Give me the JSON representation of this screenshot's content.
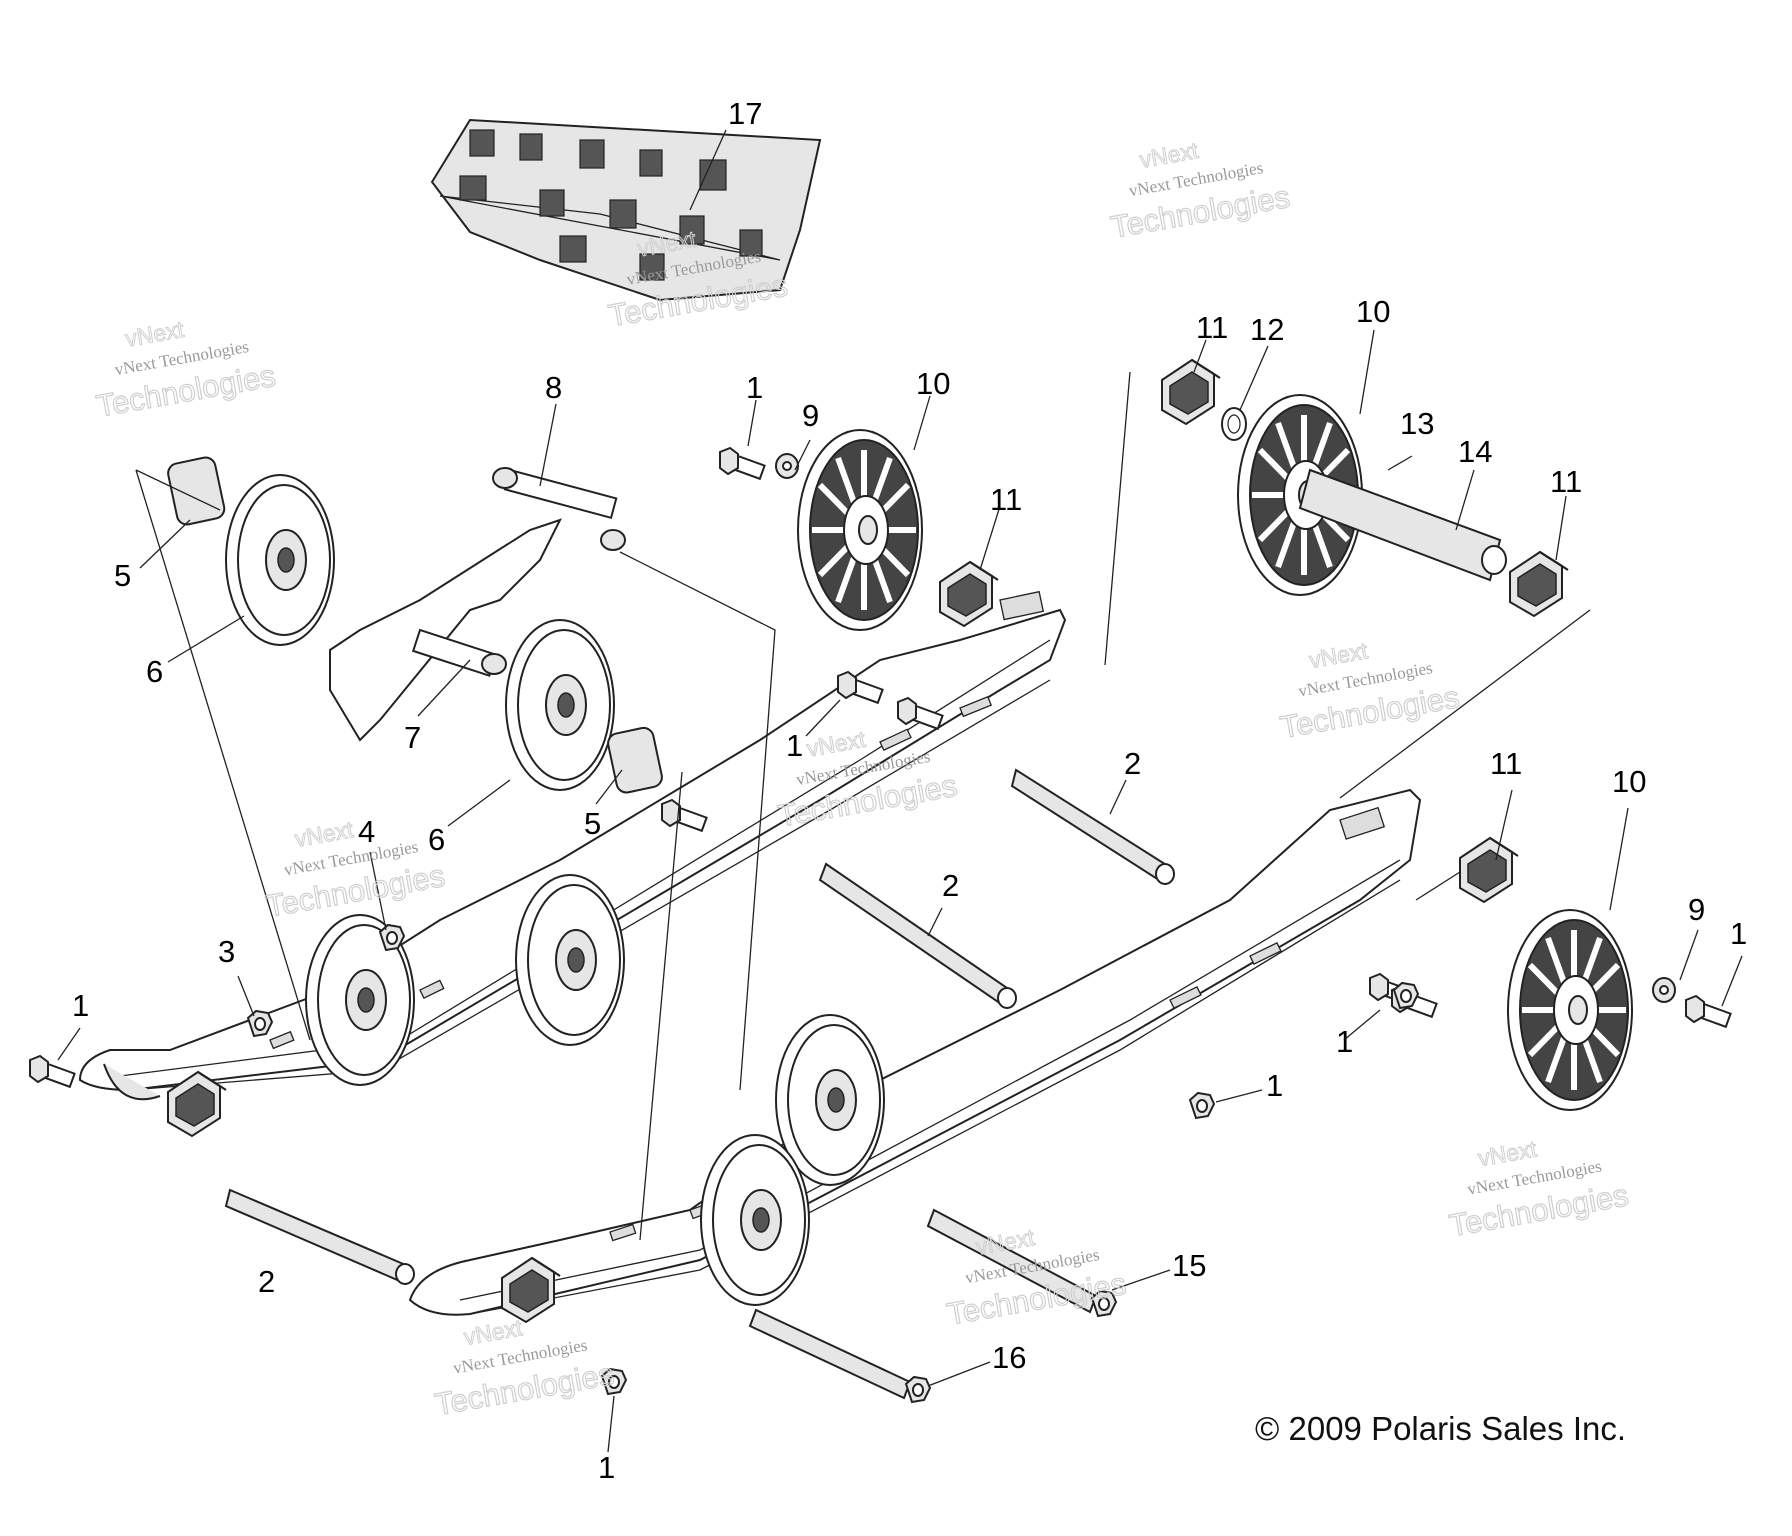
{
  "copyright": "© 2009 Polaris Sales Inc.",
  "watermark": {
    "line1": "vNext",
    "line2": "vNext Technologies",
    "line3": "Technologies"
  },
  "callouts": [
    {
      "id": "c17",
      "label": "17"
    },
    {
      "id": "c8",
      "label": "8"
    },
    {
      "id": "c1a",
      "label": "1"
    },
    {
      "id": "c9a",
      "label": "9"
    },
    {
      "id": "c10a",
      "label": "10"
    },
    {
      "id": "c11a",
      "label": "11"
    },
    {
      "id": "c12",
      "label": "12"
    },
    {
      "id": "c10b",
      "label": "10"
    },
    {
      "id": "c13",
      "label": "13"
    },
    {
      "id": "c14",
      "label": "14"
    },
    {
      "id": "c11b",
      "label": "11"
    },
    {
      "id": "c11c",
      "label": "11"
    },
    {
      "id": "c5a",
      "label": "5"
    },
    {
      "id": "c6a",
      "label": "6"
    },
    {
      "id": "c7",
      "label": "7"
    },
    {
      "id": "c1b",
      "label": "1"
    },
    {
      "id": "c5b",
      "label": "5"
    },
    {
      "id": "c6b",
      "label": "6"
    },
    {
      "id": "c4",
      "label": "4"
    },
    {
      "id": "c2a",
      "label": "2"
    },
    {
      "id": "c11d",
      "label": "11"
    },
    {
      "id": "c10c",
      "label": "10"
    },
    {
      "id": "c2b",
      "label": "2"
    },
    {
      "id": "c3",
      "label": "3"
    },
    {
      "id": "c9b",
      "label": "9"
    },
    {
      "id": "c1c",
      "label": "1"
    },
    {
      "id": "c1d",
      "label": "1"
    },
    {
      "id": "c1e",
      "label": "1"
    },
    {
      "id": "c1f",
      "label": "1"
    },
    {
      "id": "c2c",
      "label": "2"
    },
    {
      "id": "c15",
      "label": "15"
    },
    {
      "id": "c16",
      "label": "16"
    },
    {
      "id": "c1g",
      "label": "1"
    }
  ]
}
